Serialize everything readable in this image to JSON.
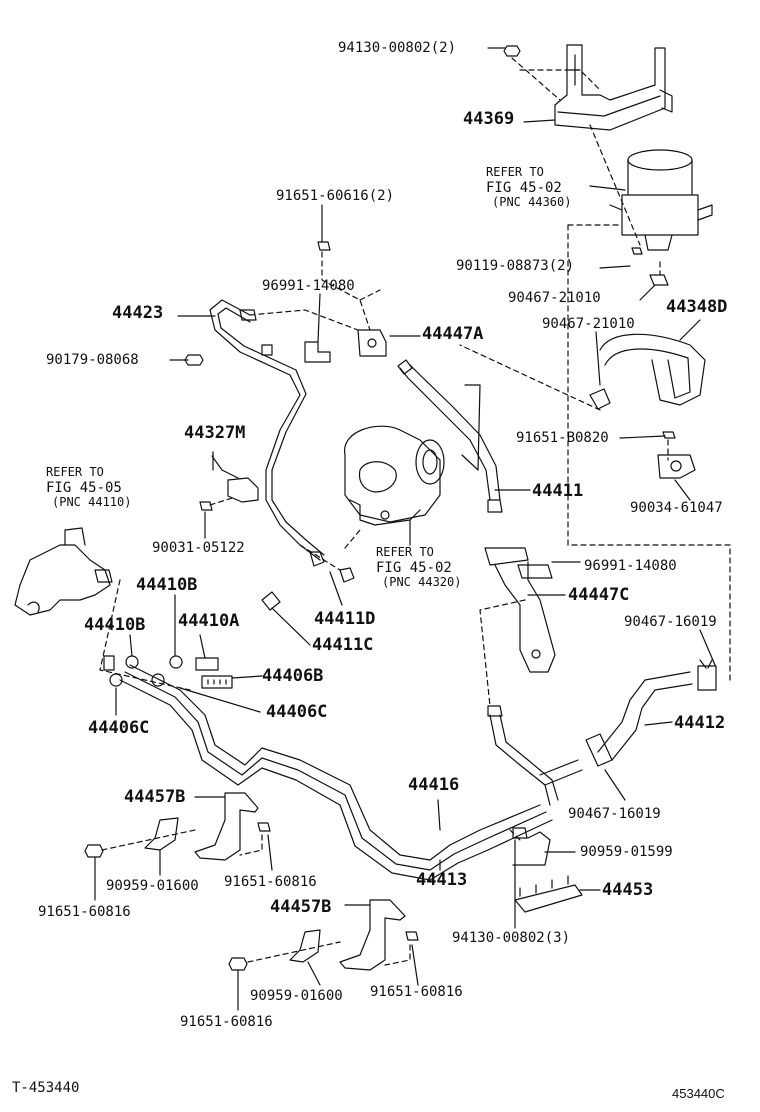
{
  "labels": {
    "p1": "94130-00802(2)",
    "p2": "44369",
    "p3": "REFER TO",
    "p4": "FIG 45-02",
    "p5": "(PNC 44360)",
    "p6": "91651-60616(2)",
    "p7": "90119-08873(2)",
    "p8": "90467-21010",
    "p9": "44348D",
    "p10": "96991-14080",
    "p11": "44423",
    "p12": "44447A",
    "p13": "90467-21010",
    "p14": "90179-08068",
    "p15": "91651-B0820",
    "p16": "44327M",
    "p17": "44411",
    "p18": "REFER TO",
    "p19": "FIG 45-05",
    "p20": "(PNC 44110)",
    "p21": "90034-61047",
    "p22": "90031-05122",
    "p23": "REFER TO",
    "p24": "FIG 45-02",
    "p25": "(PNC 44320)",
    "p26": "96991-14080",
    "p27": "44410B",
    "p28": "44447C",
    "p29": "44411D",
    "p30": "44410B",
    "p31": "44410A",
    "p32": "44411C",
    "p33": "90467-16019",
    "p34": "44406B",
    "p35": "44406C",
    "p36": "44406C",
    "p37": "44412",
    "p38": "44416",
    "p39": "44457B",
    "p40": "90467-16019",
    "p41": "90959-01599",
    "p42": "44413",
    "p43": "91651-60816",
    "p44": "44453",
    "p45": "90959-01600",
    "p46": "91651-60816",
    "p47": "44457B",
    "p48": "94130-00802(3)",
    "p49": "90959-01600",
    "p50": "91651-60816",
    "p51": "91651-60816",
    "p52": "T-453440",
    "p53": "453440C"
  }
}
